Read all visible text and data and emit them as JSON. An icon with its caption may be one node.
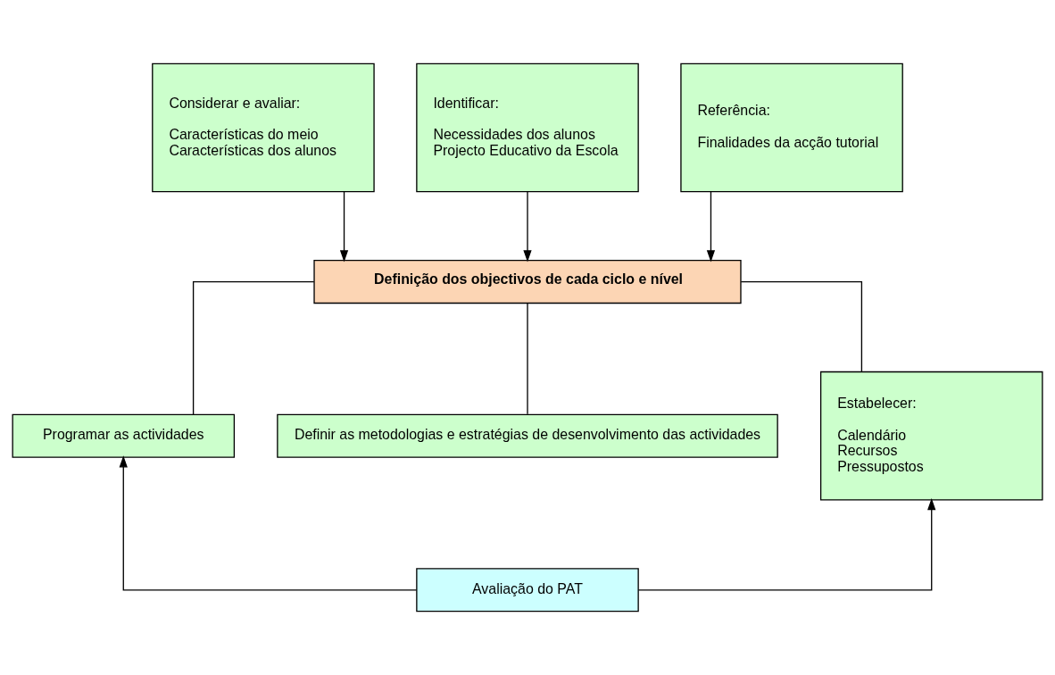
{
  "diagram": {
    "nodes": [
      {
        "text": [
          "Considerar e avaliar:",
          "Características do meio",
          "Características dos alunos"
        ]
      },
      {
        "text": [
          "Identificar:",
          "Necessidades dos alunos",
          "Projecto Educativo da Escola"
        ]
      },
      {
        "text": [
          "Referência:",
          "Finalidades da acção tutorial"
        ]
      },
      {
        "text": [
          "Definição dos objectivos de cada ciclo e nível"
        ]
      },
      {
        "text": [
          "Programar as actividades"
        ]
      },
      {
        "text": [
          "Definir as metodologias e estratégias de desenvolvimento das actividades"
        ]
      },
      {
        "text": [
          "Estabelecer:",
          "Calendário",
          "Recursos",
          "Pressupostos"
        ]
      },
      {
        "text": [
          "Avaliação do PAT"
        ]
      }
    ],
    "edges": [
      {
        "from": 0,
        "to": 3,
        "arrow": "to"
      },
      {
        "from": 1,
        "to": 3,
        "arrow": "to"
      },
      {
        "from": 2,
        "to": 3,
        "arrow": "to"
      },
      {
        "from": 3,
        "to": 4,
        "arrow": "none"
      },
      {
        "from": 3,
        "to": 5,
        "arrow": "none"
      },
      {
        "from": 3,
        "to": 6,
        "arrow": "none"
      },
      {
        "from": 7,
        "to": 4,
        "arrow": "to"
      },
      {
        "from": 7,
        "to": 6,
        "arrow": "to"
      }
    ]
  }
}
